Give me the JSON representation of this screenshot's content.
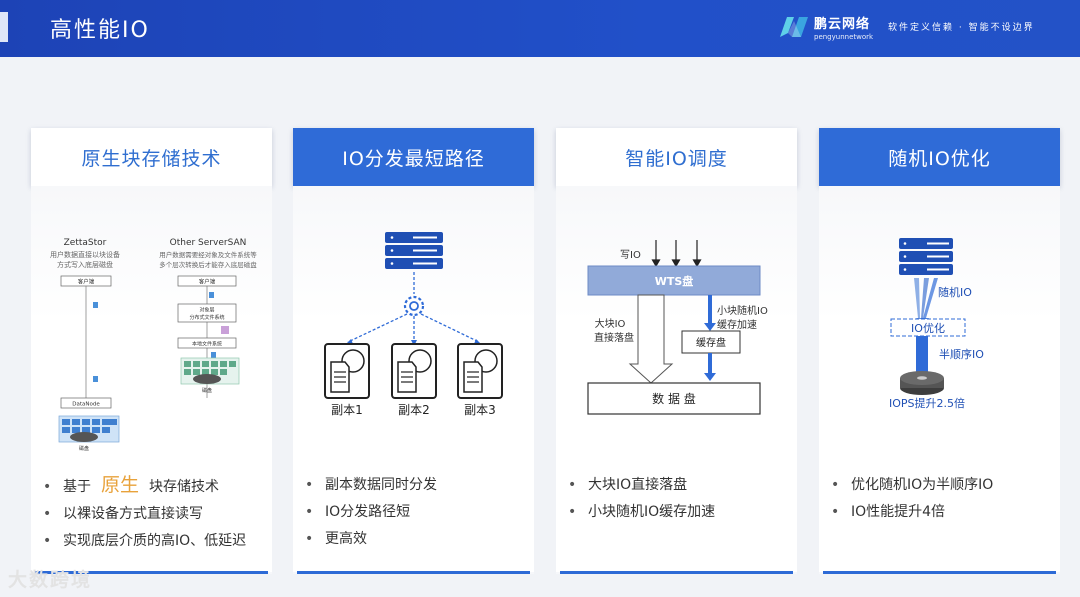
{
  "header": {
    "title": "高性能IO",
    "brand_cn": "鹏云网络",
    "brand_en": "pengyunnetwork",
    "slogan": "软件定义信赖  ·  智能不设边界"
  },
  "cards": [
    {
      "title": "原生块存储技术",
      "diagram": {
        "left_title": "ZettaStor",
        "left_desc_1": "用户数据直接以块设备",
        "left_desc_2": "方式写入底层磁盘",
        "left_box_top": "客户端",
        "left_box_mid": "DataNode",
        "left_disk": "磁盘",
        "right_title": "Other ServerSAN",
        "right_desc_1": "用户数据需要经对象及文件系统等",
        "right_desc_2": "多个层次转换后才能存入底层磁盘",
        "right_box_1": "客户端",
        "right_box_2a": "对象层",
        "right_box_2b": "分布式文件系统",
        "right_box_3": "本地文件系统",
        "right_disk": "磁盘"
      },
      "bullets": {
        "b1_pre": "基于",
        "b1_hl": "原生",
        "b1_post": "块存储技术",
        "b2": "以裸设备方式直接读写",
        "b3": "实现底层介质的高IO、低延迟"
      }
    },
    {
      "title": "IO分发最短路径",
      "diagram": {
        "copy1": "副本1",
        "copy2": "副本2",
        "copy3": "副本3"
      },
      "bullets": {
        "b1": "副本数据同时分发",
        "b2": "IO分发路径短",
        "b3": "更高效"
      }
    },
    {
      "title": "智能IO调度",
      "diagram": {
        "write_io": "写IO",
        "wts": "WTS盘",
        "small_1": "小块随机IO",
        "small_2": "缓存加速",
        "large_1": "大块IO",
        "large_2": "直接落盘",
        "cache": "缓存盘",
        "data_disk": "数 据 盘"
      },
      "bullets": {
        "b1": "大块IO直接落盘",
        "b2": "小块随机IO缓存加速"
      }
    },
    {
      "title": "随机IO优化",
      "diagram": {
        "random": "随机IO",
        "optimize": "IO优化",
        "semi": "半顺序IO",
        "iops": "IOPS提升2.5倍"
      },
      "bullets": {
        "b1": "优化随机IO为半顺序IO",
        "b2": "IO性能提升4倍"
      }
    }
  ],
  "watermark": "大数跨境",
  "colors": {
    "primary": "#2f6bd7",
    "header": "#1f47bd",
    "accent": "#e8a23b"
  },
  "icons": [
    "pengyun-logo",
    "server-icon",
    "gear-icon",
    "document-disk-icon",
    "arrow-icon",
    "disk-icon"
  ]
}
